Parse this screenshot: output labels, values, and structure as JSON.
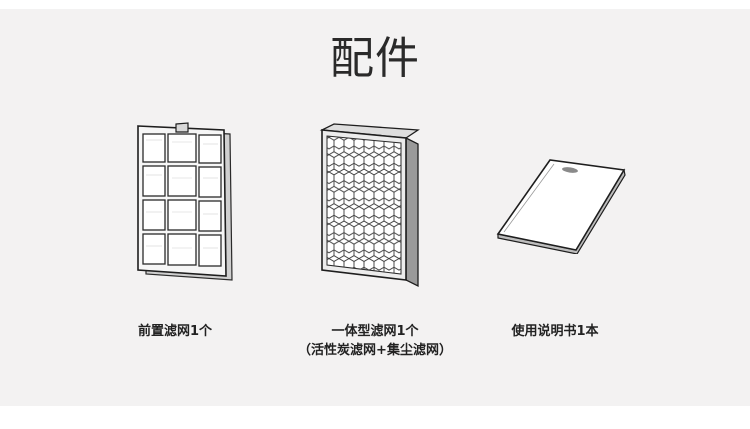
{
  "page": {
    "title": "配件"
  },
  "items": [
    {
      "icon": "pre-filter-icon",
      "caption_line1": "前置滤网1个",
      "caption_line2": ""
    },
    {
      "icon": "integrated-filter-icon",
      "caption_line1": "一体型滤网1个",
      "caption_line2": "（活性炭滤网+集尘滤网）"
    },
    {
      "icon": "manual-book-icon",
      "caption_line1": "使用说明书1本",
      "caption_line2": ""
    }
  ],
  "colors": {
    "panel_background": "#f3f2f2",
    "page_background": "#ffffff",
    "text": "#222222"
  }
}
